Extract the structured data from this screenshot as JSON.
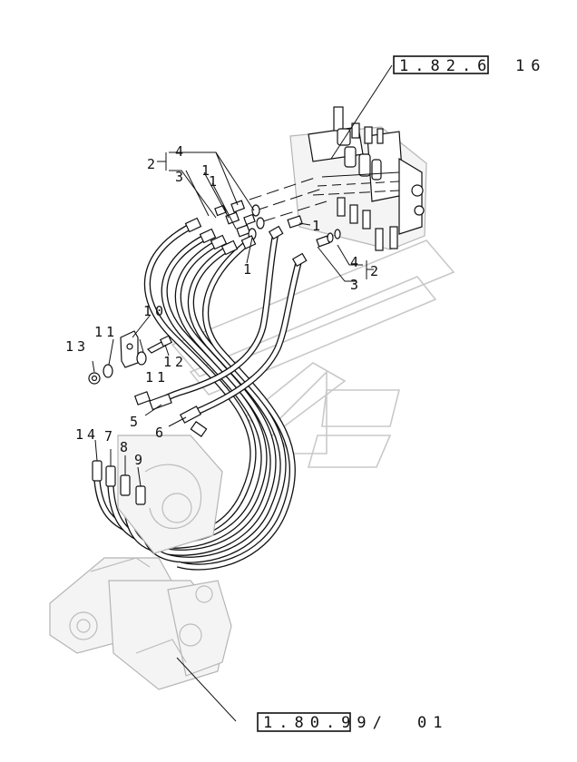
{
  "references": {
    "top": {
      "code": "1.82.6",
      "suffix": "16"
    },
    "bottom": {
      "code": "1.80.99/",
      "suffix": "01"
    }
  },
  "callouts": {
    "c2_top": "2",
    "c4_top": "4",
    "c3_top": "3",
    "c1_a": "1",
    "c1_b": "1",
    "c1_c": "1",
    "c1_right": "1",
    "c4_right": "4",
    "c2_right": "2",
    "c3_right": "3",
    "c10": "10",
    "c11_a": "11",
    "c11_b": "11",
    "c12": "12",
    "c13": "13",
    "c5": "5",
    "c6": "6",
    "c14": "14",
    "c7": "7",
    "c8": "8",
    "c9": "9"
  }
}
